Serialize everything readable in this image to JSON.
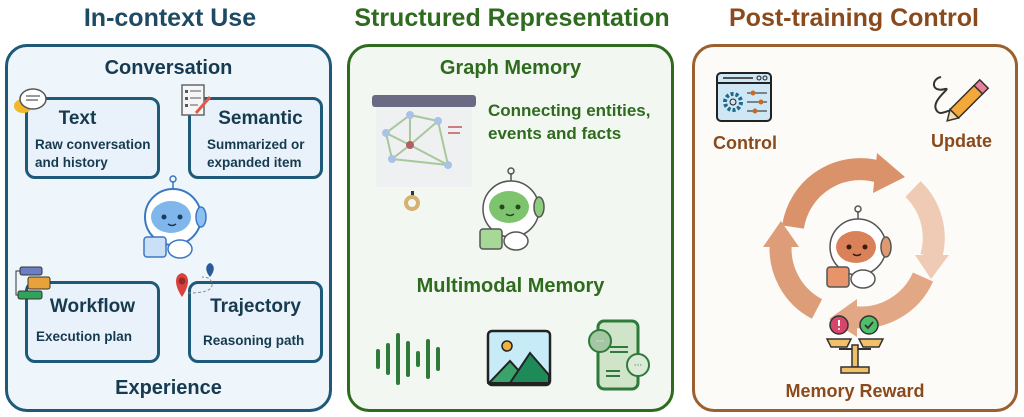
{
  "columns": [
    {
      "title": "In-context Use",
      "color": "#1e5a78",
      "top_label": "Conversation",
      "bottom_label": "Experience",
      "boxes": [
        {
          "title": "Text",
          "subtitle_lines": [
            "Raw conversation",
            "and history"
          ],
          "icon": "chat-bubbles-icon"
        },
        {
          "title": "Semantic",
          "subtitle_lines": [
            "Summarized or",
            "expanded item"
          ],
          "icon": "checklist-pencil-icon"
        },
        {
          "title": "Workflow",
          "subtitle_lines": [
            "Execution plan"
          ],
          "icon": "workflow-cards-icon"
        },
        {
          "title": "Trajectory",
          "subtitle_lines": [
            "Reasoning path"
          ],
          "icon": "map-pins-icon"
        }
      ],
      "mascot": "robot-mascot-blue"
    },
    {
      "title": "Structured Representation",
      "color": "#2f6b1f",
      "graph_label": "Graph Memory",
      "graph_desc_lines": [
        "Connecting entities,",
        "events and facts"
      ],
      "multimodal_label": "Multimodal Memory",
      "modality_icons": [
        "audio-waveform-icon",
        "image-landscape-icon",
        "phone-chat-icon"
      ],
      "mascot": "robot-mascot-green"
    },
    {
      "title": "Post-training Control",
      "color": "#8a4a1c",
      "control_label": "Control",
      "update_label": "Update",
      "reward_label": "Memory Reward",
      "icons": [
        "settings-panel-icon",
        "pencil-scribble-icon",
        "balance-scale-icon"
      ],
      "mascot": "robot-mascot-orange"
    }
  ]
}
